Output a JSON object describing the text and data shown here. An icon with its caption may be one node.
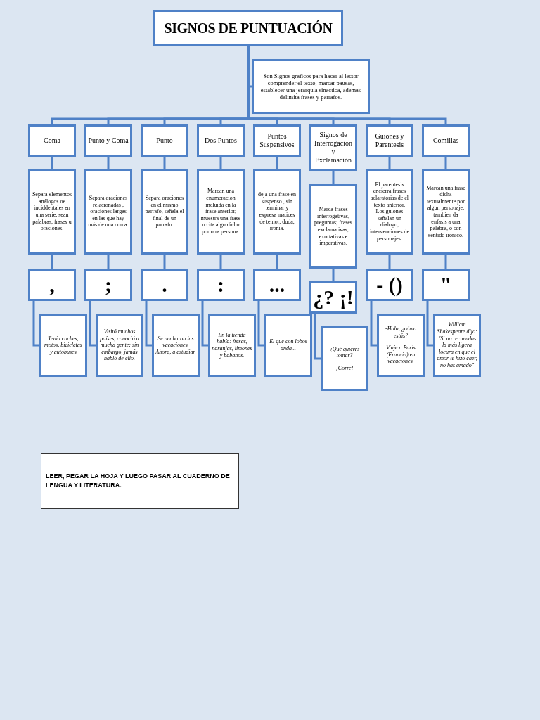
{
  "diagram": {
    "nodes": [
      {
        "text": [
          "SIGNOS DE PUNTUACIÓN"
        ]
      },
      {
        "text": [
          "Son Signos graficos para hacer al lector comprender el texto, marcar pausas, establecer una jerarquia sinactica, ademas delimita frases y parrafos."
        ]
      },
      {
        "text": [
          "Coma"
        ]
      },
      {
        "text": [
          "Punto y Coma"
        ]
      },
      {
        "text": [
          "Punto"
        ]
      },
      {
        "text": [
          "Dos Puntos"
        ]
      },
      {
        "text": [
          "Puntos Suspensivos"
        ]
      },
      {
        "text": [
          "Signos de Interrogación y Exclamación"
        ]
      },
      {
        "text": [
          "Guiones y Parentesis"
        ]
      },
      {
        "text": [
          "Comillas"
        ]
      },
      {
        "text": [
          "Separa elementos análogos oe inciddentales en una serie, sean palabras, frases u oraciones."
        ]
      },
      {
        "text": [
          "Separa oraciones relacionadas , oraciones largas en las que hay más de una coma."
        ]
      },
      {
        "text": [
          "Separa oraciones en el mismo parrafo, señala el final de un parrafo."
        ]
      },
      {
        "text": [
          "Marcan una enumeracion incluida en la frase anterior, muestra una frase o cita algo dicho por otra persona."
        ]
      },
      {
        "text": [
          "deja una frase en suspenso , sin terminar y expresa matices de temor, duda, ironia."
        ]
      },
      {
        "text": [
          "Marca frases interrogativas, preguntas; frases exclamativas, exortativas e imperativas."
        ]
      },
      {
        "text": [
          "El parentesis encierra frases aclaratorias de el texto anterior. Los guiones señalan un dialogo, intervenciones de personajes."
        ]
      },
      {
        "text": [
          "Marcan una frase dicha textualmente por algun personaje; tambien da enfasis a una palabra, o con sentido ironico."
        ]
      },
      {
        "text": [
          ","
        ]
      },
      {
        "text": [
          ";"
        ]
      },
      {
        "text": [
          "."
        ]
      },
      {
        "text": [
          ":"
        ]
      },
      {
        "text": [
          "..."
        ]
      },
      {
        "text": [
          "¿? ¡!"
        ]
      },
      {
        "text": [
          "- ()"
        ]
      },
      {
        "text": [
          "\""
        ]
      },
      {
        "text": [
          "Tenia coches, motos, bicicletas y autobuses"
        ]
      },
      {
        "text": [
          "Visitó muchos países, conoció a mucha gente; sin embargo, jamás habló de ello."
        ]
      },
      {
        "text": [
          "Se acabaron las vacaciones. Ahora, a estudiar."
        ]
      },
      {
        "text": [
          "En la tienda había: fresas, naranjas, limones y babanos."
        ]
      },
      {
        "text": [
          "El que con lobos anda..."
        ]
      },
      {
        "text": [
          "¿Qué quieres tomar?",
          "¡Corre!"
        ]
      },
      {
        "text": [
          "-Hola, ¿cómo estás?",
          "Viaje a Paris (Francia) en vacaciones."
        ]
      },
      {
        "text": [
          "William Shakespeare dijo: \"Si no recuendas la más ligera locura en que el amor te hizo caer, no has amado\""
        ]
      },
      {
        "text": [
          "LEER, PEGAR LA HOJA Y  LUEGO  PASAR AL CUADERNO DE LENGUA Y LITERATURA."
        ]
      }
    ],
    "edges": [
      {
        "from": 0,
        "to": 1,
        "arrow": "none"
      },
      {
        "from": 0,
        "to": 2,
        "arrow": "none"
      },
      {
        "from": 0,
        "to": 3,
        "arrow": "none"
      },
      {
        "from": 0,
        "to": 4,
        "arrow": "none"
      },
      {
        "from": 0,
        "to": 5,
        "arrow": "none"
      },
      {
        "from": 0,
        "to": 6,
        "arrow": "none"
      },
      {
        "from": 0,
        "to": 7,
        "arrow": "none"
      },
      {
        "from": 0,
        "to": 8,
        "arrow": "none"
      },
      {
        "from": 0,
        "to": 9,
        "arrow": "none"
      },
      {
        "from": 2,
        "to": 10,
        "arrow": "none"
      },
      {
        "from": 3,
        "to": 11,
        "arrow": "none"
      },
      {
        "from": 4,
        "to": 12,
        "arrow": "none"
      },
      {
        "from": 5,
        "to": 13,
        "arrow": "none"
      },
      {
        "from": 6,
        "to": 14,
        "arrow": "none"
      },
      {
        "from": 7,
        "to": 15,
        "arrow": "none"
      },
      {
        "from": 8,
        "to": 16,
        "arrow": "none"
      },
      {
        "from": 9,
        "to": 17,
        "arrow": "none"
      },
      {
        "from": 10,
        "to": 18,
        "arrow": "none"
      },
      {
        "from": 11,
        "to": 19,
        "arrow": "none"
      },
      {
        "from": 12,
        "to": 20,
        "arrow": "none"
      },
      {
        "from": 13,
        "to": 21,
        "arrow": "none"
      },
      {
        "from": 14,
        "to": 22,
        "arrow": "none"
      },
      {
        "from": 15,
        "to": 23,
        "arrow": "none"
      },
      {
        "from": 16,
        "to": 24,
        "arrow": "none"
      },
      {
        "from": 17,
        "to": 25,
        "arrow": "none"
      },
      {
        "from": 18,
        "to": 26,
        "arrow": "none"
      },
      {
        "from": 19,
        "to": 27,
        "arrow": "none"
      },
      {
        "from": 20,
        "to": 28,
        "arrow": "none"
      },
      {
        "from": 21,
        "to": 29,
        "arrow": "none"
      },
      {
        "from": 22,
        "to": 30,
        "arrow": "none"
      },
      {
        "from": 23,
        "to": 31,
        "arrow": "none"
      },
      {
        "from": 24,
        "to": 32,
        "arrow": "none"
      },
      {
        "from": 25,
        "to": 33,
        "arrow": "none"
      }
    ]
  }
}
